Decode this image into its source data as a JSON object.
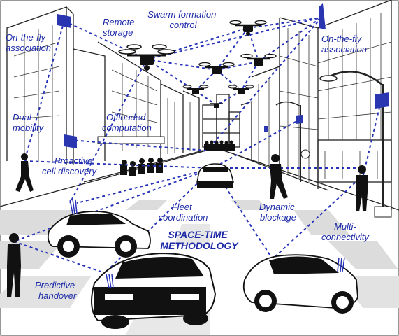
{
  "labels": {
    "remote_storage": [
      "Remote",
      "storage"
    ],
    "swarm_formation": [
      "Swarm formation",
      "control"
    ],
    "on_the_fly_left": [
      "On-the-fly",
      "association"
    ],
    "on_the_fly_right": [
      "On-the-fly",
      "association"
    ],
    "dual_mobility": [
      "Dual",
      "mobility"
    ],
    "offloaded_computation": [
      "Offloaded",
      "computation"
    ],
    "proactive_discovery": [
      "Proactive",
      "cell discovery"
    ],
    "fleet_coordination": [
      "Fleet",
      "coordination"
    ],
    "dynamic_blockage": [
      "Dynamic",
      "blockage"
    ],
    "multi_connectivity": [
      "Multi-",
      "connectivity"
    ],
    "space_time": [
      "SPACE-TIME",
      "METHODOLOGY"
    ],
    "predictive_handover": [
      "Predictive",
      "handover"
    ]
  },
  "colors": {
    "accent": "#2632b8",
    "label": "#1c2aa8",
    "line_art": "#222222",
    "road_stripe": "#d9d9d9"
  },
  "icons": [
    "drone-icon",
    "access-point-icon",
    "car-icon",
    "pedestrian-icon",
    "street-lamp-icon",
    "building-icon"
  ]
}
